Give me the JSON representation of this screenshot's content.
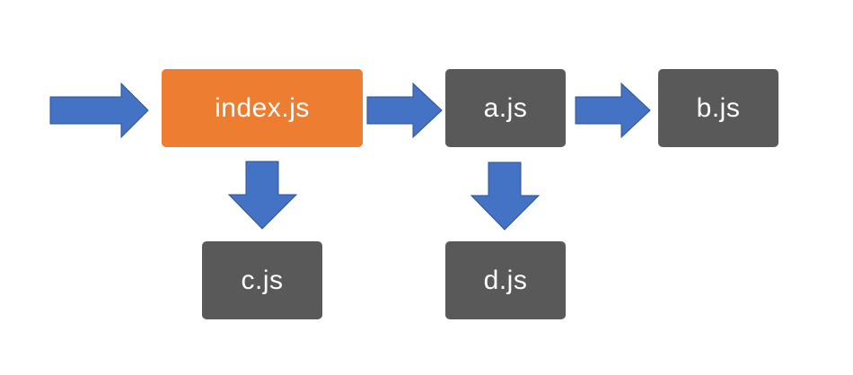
{
  "diagram": {
    "nodes": {
      "index": {
        "label": "index.js",
        "color": "#ED7D31"
      },
      "a": {
        "label": "a.js",
        "color": "#595959"
      },
      "b": {
        "label": "b.js",
        "color": "#595959"
      },
      "c": {
        "label": "c.js",
        "color": "#595959"
      },
      "d": {
        "label": "d.js",
        "color": "#595959"
      }
    },
    "edges": [
      {
        "from": "",
        "to": "index",
        "direction": "right"
      },
      {
        "from": "index",
        "to": "a",
        "direction": "right"
      },
      {
        "from": "a",
        "to": "b",
        "direction": "right"
      },
      {
        "from": "index",
        "to": "c",
        "direction": "down"
      },
      {
        "from": "a",
        "to": "d",
        "direction": "down"
      }
    ],
    "arrow_fill": "#4472C4",
    "arrow_stroke": "#2F528F"
  }
}
